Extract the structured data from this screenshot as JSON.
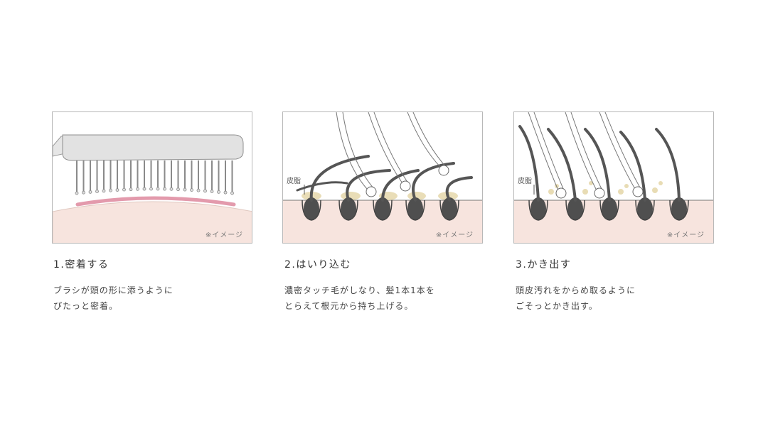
{
  "panels": [
    {
      "note": "※イメージ",
      "title": "1.密着する",
      "desc_line1": "ブラシが頭の形に添うように",
      "desc_line2": "ぴたっと密着。"
    },
    {
      "note": "※イメージ",
      "sebum_label": "皮脂",
      "title": "2.はいり込む",
      "desc_line1": "濃密タッチ毛がしなり、髪1本1本を",
      "desc_line2": "とらえて根元から持ち上げる。"
    },
    {
      "note": "※イメージ",
      "sebum_label": "皮脂",
      "title": "3.かき出す",
      "desc_line1": "頭皮汚れをからめ取るように",
      "desc_line2": "ごそっとかき出す。"
    }
  ],
  "colors": {
    "scalp": "#f7e4de",
    "contact_line": "#e39aac",
    "brush": "#dcdcdc",
    "hair": "#555555",
    "sebum": "#e8dcb4"
  }
}
